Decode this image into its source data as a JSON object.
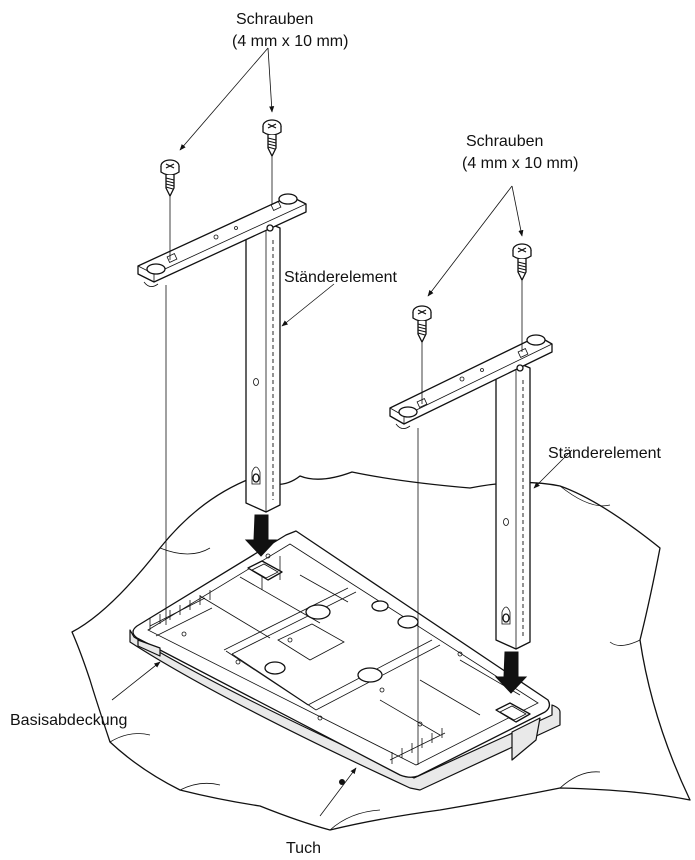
{
  "labels": {
    "screws_left_line1": "Schrauben",
    "screws_left_line2": "(4 mm x 10 mm)",
    "screws_right_line1": "Schrauben",
    "screws_right_line2": "(4 mm x 10 mm)",
    "stand_left": "Ständerelement",
    "stand_right": "Ständerelement",
    "base_cover": "Basisabdeckung",
    "cloth": "Tuch"
  }
}
